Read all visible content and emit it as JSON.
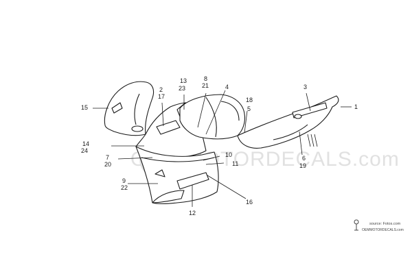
{
  "diagram": {
    "colors": {
      "ink": "#1a1a1a",
      "fill": "#ffffff",
      "watermark": "#c9c9c9",
      "credit": "#444444"
    },
    "callouts": [
      "1",
      "2",
      "3",
      "4",
      "5",
      "6",
      "7",
      "8",
      "9",
      "10",
      "11",
      "12",
      "13",
      "14",
      "15",
      "16",
      "17",
      "18",
      "19",
      "20",
      "21",
      "22",
      "23",
      "24"
    ],
    "watermark_text": "OEM MOTORDECALS.com",
    "credit": {
      "source": "source: Fotos.com",
      "site": "OEMMOTORDECALS.com"
    }
  }
}
